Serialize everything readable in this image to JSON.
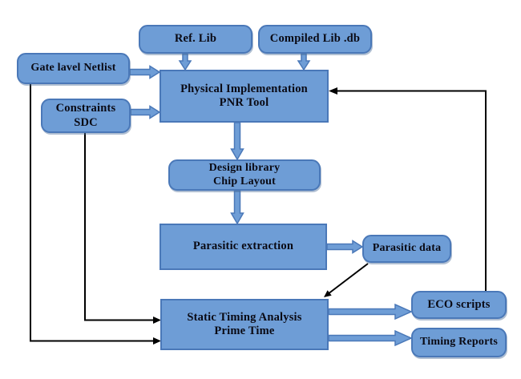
{
  "diagram": {
    "type": "flowchart",
    "nodes": {
      "ref_lib": {
        "label": "Ref. Lib"
      },
      "compiled_lib": {
        "label": "Compiled Lib .db"
      },
      "gate_netlist": {
        "label": "Gate lavel Netlist"
      },
      "pnr_tool": {
        "line1": "Physical Implementation",
        "line2": "PNR Tool"
      },
      "constraints_sdc": {
        "line1": "Constraints",
        "line2": "SDC"
      },
      "design_library": {
        "line1": "Design library",
        "line2": "Chip Layout"
      },
      "parasitic_extraction": {
        "label": "Parasitic extraction"
      },
      "parasitic_data": {
        "label": "Parasitic data"
      },
      "sta": {
        "line1": "Static Timing Analysis",
        "line2": "Prime Time"
      },
      "eco_scripts": {
        "label": "ECO scripts"
      },
      "timing_reports": {
        "label": "Timing Reports"
      }
    },
    "edges": [
      {
        "from": "Ref. Lib",
        "to": "Physical Implementation PNR Tool",
        "style": "blue-block-arrow"
      },
      {
        "from": "Compiled Lib .db",
        "to": "Physical Implementation PNR Tool",
        "style": "blue-block-arrow"
      },
      {
        "from": "Gate lavel Netlist",
        "to": "Physical Implementation PNR Tool",
        "style": "blue-block-arrow"
      },
      {
        "from": "Constraints SDC",
        "to": "Physical Implementation PNR Tool",
        "style": "blue-block-arrow"
      },
      {
        "from": "Physical Implementation PNR Tool",
        "to": "Design library Chip Layout",
        "style": "blue-block-arrow"
      },
      {
        "from": "Design library Chip Layout",
        "to": "Parasitic extraction",
        "style": "blue-block-arrow"
      },
      {
        "from": "Parasitic extraction",
        "to": "Parasitic data",
        "style": "blue-block-arrow"
      },
      {
        "from": "Static Timing Analysis Prime Time",
        "to": "ECO scripts",
        "style": "blue-block-arrow"
      },
      {
        "from": "Static Timing Analysis Prime Time",
        "to": "Timing Reports",
        "style": "blue-block-arrow"
      },
      {
        "from": "Gate lavel Netlist",
        "to": "Static Timing Analysis Prime Time",
        "style": "black-line-arrow"
      },
      {
        "from": "Constraints SDC",
        "to": "Static Timing Analysis Prime Time",
        "style": "black-line-arrow"
      },
      {
        "from": "Parasitic data",
        "to": "Static Timing Analysis Prime Time",
        "style": "black-line-arrow"
      },
      {
        "from": "ECO scripts",
        "to": "Physical Implementation PNR Tool",
        "style": "black-line-arrow"
      }
    ],
    "colors": {
      "node_fill": "#6E9DD6",
      "node_border": "#4A78B8",
      "node_text": "#0a0a14",
      "black_connector": "#000000",
      "background": "#ffffff"
    }
  }
}
